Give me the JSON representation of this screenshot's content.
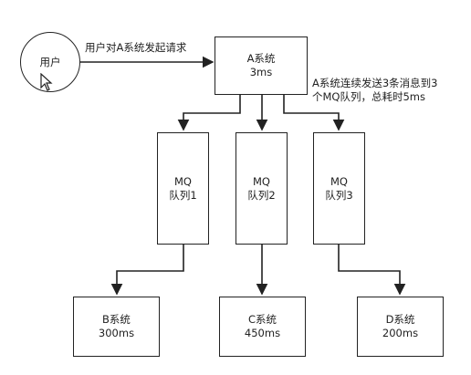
{
  "user": {
    "label": "用户"
  },
  "request_label": "用户对A系统发起请求",
  "system_a": {
    "name": "A系统",
    "time": "3ms"
  },
  "note": {
    "line1": "A系统连续发送3条消息到3",
    "line2": "个MQ队列，总耗时5ms"
  },
  "queues": [
    {
      "name": "MQ",
      "sub": "队列1"
    },
    {
      "name": "MQ",
      "sub": "队列2"
    },
    {
      "name": "MQ",
      "sub": "队列3"
    }
  ],
  "targets": [
    {
      "name": "B系统",
      "time": "300ms"
    },
    {
      "name": "C系统",
      "time": "450ms"
    },
    {
      "name": "D系统",
      "time": "200ms"
    }
  ],
  "icons": {
    "cursor": "mouse-cursor-icon",
    "arrowhead": "arrowhead-icon"
  },
  "colors": {
    "line": "#222222",
    "background": "#ffffff"
  }
}
